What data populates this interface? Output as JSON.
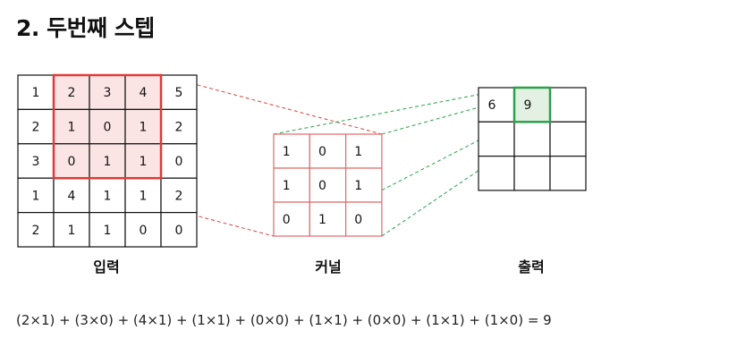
{
  "title": "2. 두번째 스텝",
  "input": {
    "label": "입력",
    "grid": [
      [
        "1",
        "2",
        "3",
        "4",
        "5"
      ],
      [
        "2",
        "1",
        "0",
        "1",
        "2"
      ],
      [
        "3",
        "0",
        "1",
        "1",
        "0"
      ],
      [
        "1",
        "4",
        "1",
        "1",
        "2"
      ],
      [
        "2",
        "1",
        "1",
        "0",
        "0"
      ]
    ],
    "highlight": {
      "row": 0,
      "col": 1,
      "size": 3
    }
  },
  "kernel": {
    "label": "커널",
    "grid": [
      [
        "1",
        "0",
        "1"
      ],
      [
        "1",
        "0",
        "1"
      ],
      [
        "0",
        "1",
        "0"
      ]
    ]
  },
  "output": {
    "label": "출력",
    "grid": [
      [
        "6",
        "9",
        ""
      ],
      [
        "",
        "",
        ""
      ],
      [
        "",
        "",
        ""
      ]
    ],
    "highlight": {
      "row": 0,
      "col": 1
    }
  },
  "colors": {
    "grid_line": "#111111",
    "input_highlight_border": "#e03a3a",
    "input_highlight_fill": "#fbe4e4",
    "kernel_border": "#e06a6a",
    "red_dashed": "#e05050",
    "output_highlight_border": "#2aa14a",
    "output_highlight_fill": "#e3f1e3",
    "green_dashed": "#3aaa5a"
  },
  "formula": "(2×1) + (3×0) + (4×1) + (1×1) + (0×0) + (1×1) + (0×0) + (1×1) + (1×0) = 9"
}
